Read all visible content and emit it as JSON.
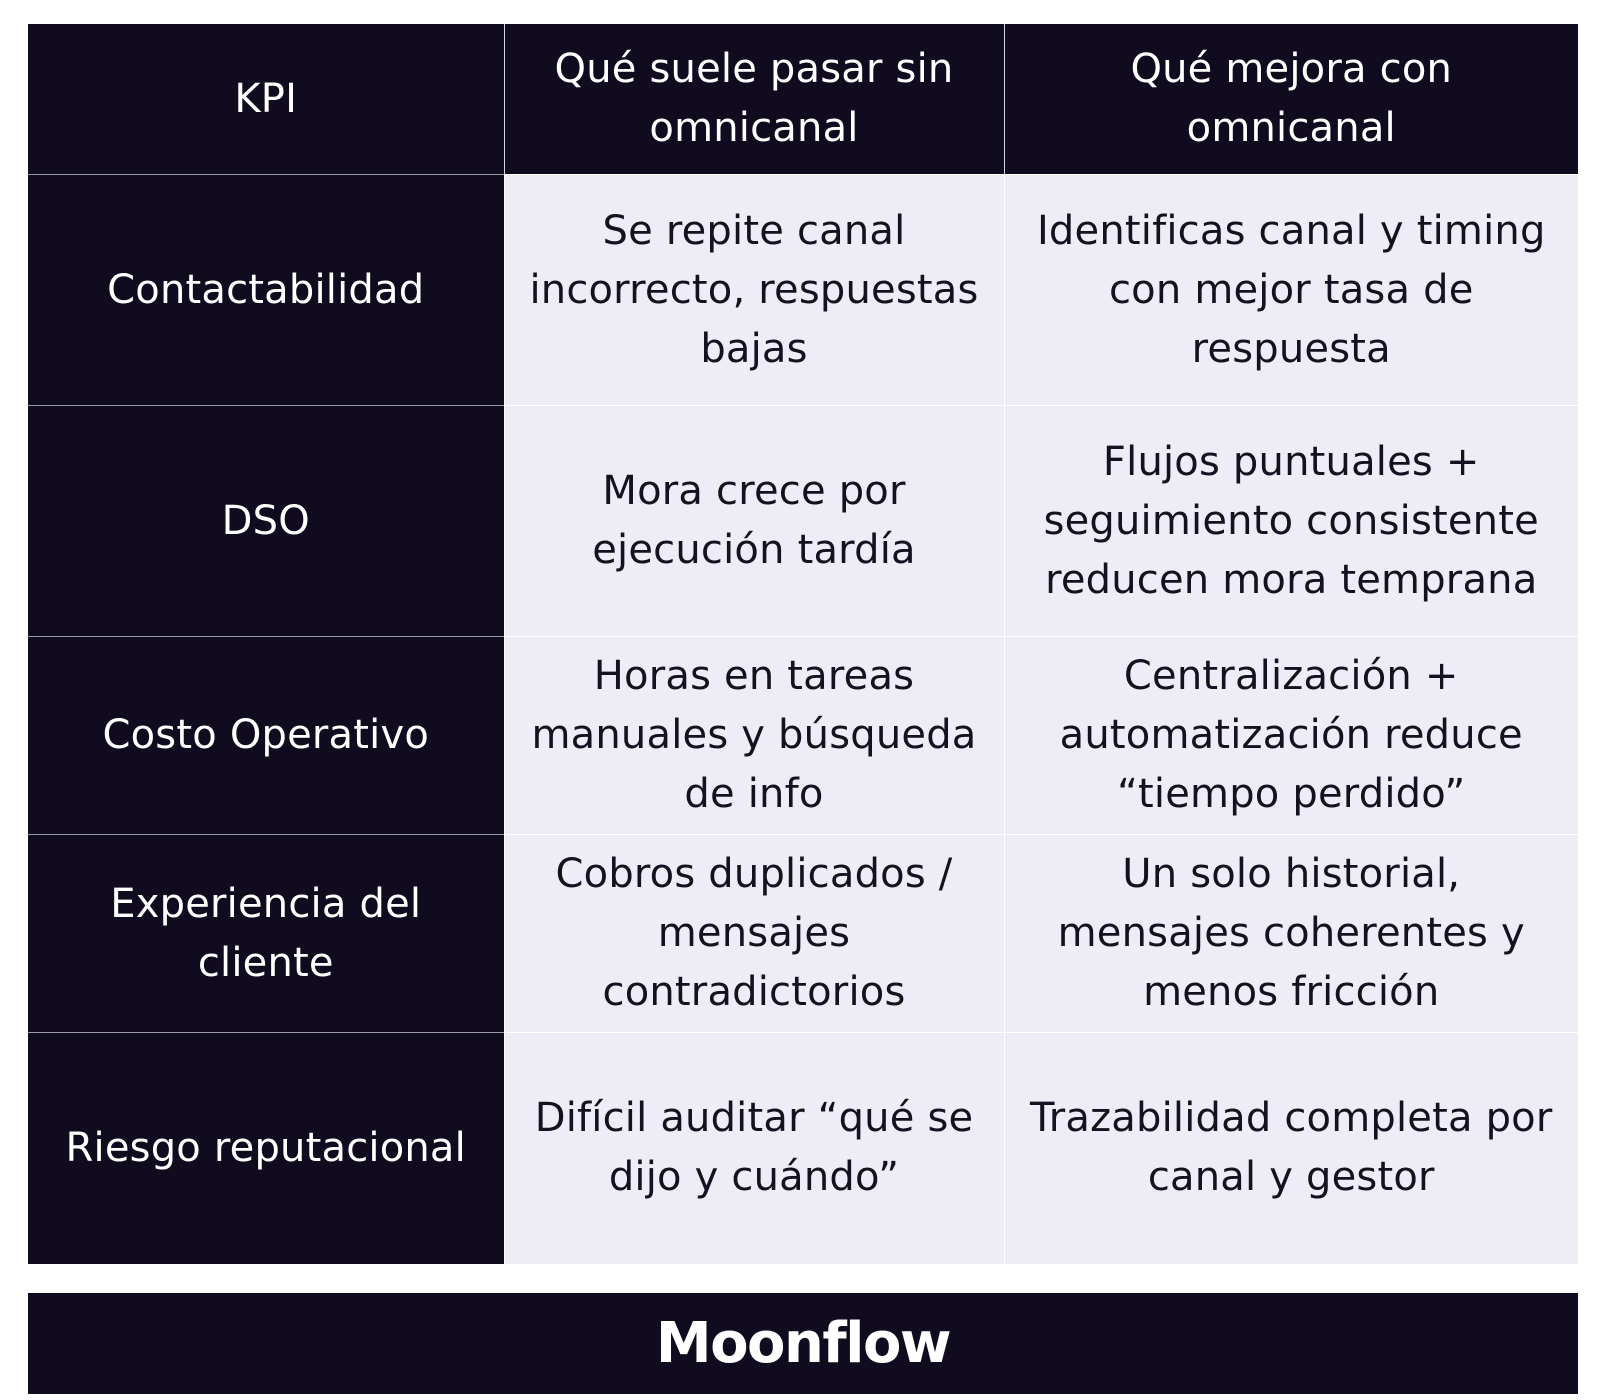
{
  "table": {
    "headers": [
      "KPI",
      "Qué suele pasar sin omnicanal",
      "Qué mejora con omnicanal"
    ],
    "rows": [
      {
        "kpi": "Contactabilidad",
        "without": "Se repite canal incorrecto, respuestas bajas",
        "with": "Identificas canal y timing con mejor tasa de respuesta"
      },
      {
        "kpi": "DSO",
        "without": "Mora crece por ejecución tardía",
        "with": "Flujos puntuales + seguimiento consistente reducen mora temprana"
      },
      {
        "kpi": "Costo Operativo",
        "without": "Horas en tareas manuales y búsqueda de info",
        "with": "Centralización + automatización reduce “tiempo perdido”"
      },
      {
        "kpi": "Experiencia del cliente",
        "without": "Cobros duplicados / mensajes contradictorios",
        "with": "Un solo historial, mensajes coherentes y menos fricción"
      },
      {
        "kpi": "Riesgo reputacional",
        "without": "Difícil auditar “qué se dijo y cuándo”",
        "with": "Trazabilidad completa por canal y gestor"
      }
    ]
  },
  "footer": {
    "brand": "Moonflow"
  },
  "colors": {
    "dark": "#110b1f",
    "light_cell": "#eeedf5",
    "text_dark": "#141120",
    "text_light": "#ffffff"
  }
}
